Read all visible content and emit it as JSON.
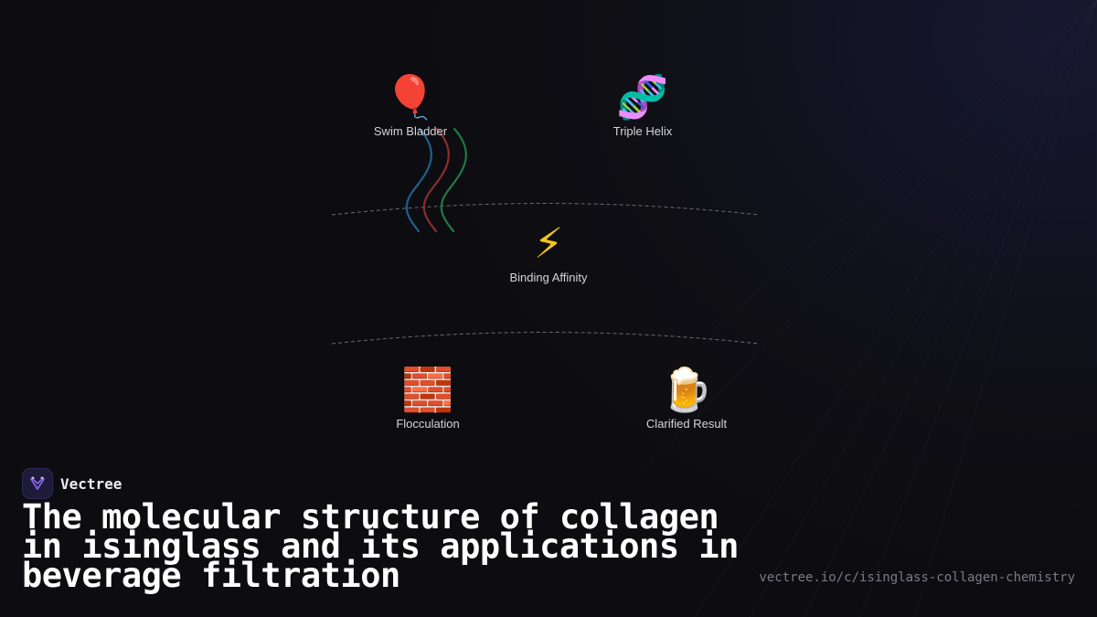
{
  "diagram": {
    "nodes": [
      {
        "id": "swim-bladder",
        "emoji": "🎈",
        "label": "Swim Bladder"
      },
      {
        "id": "triple-helix",
        "emoji": "🧬",
        "label": "Triple Helix"
      },
      {
        "id": "binding-affinity",
        "emoji": "⚡",
        "label": "Binding Affinity"
      },
      {
        "id": "flocculation",
        "emoji": "🧱",
        "label": "Flocculation"
      },
      {
        "id": "clarified-result",
        "emoji": "🍺",
        "label": "Clarified Result"
      }
    ],
    "colors": {
      "strand_blue": "#1f5f8f",
      "strand_red": "#8a2e2e",
      "strand_green": "#1f7a44",
      "divider": "#6a6a74"
    }
  },
  "brand": {
    "name": "Vectree",
    "accent": "#8b5cf6"
  },
  "title": "The molecular structure of collagen in isinglass and its applications in beverage filtration",
  "url": "vectree.io/c/isinglass-collagen-chemistry"
}
